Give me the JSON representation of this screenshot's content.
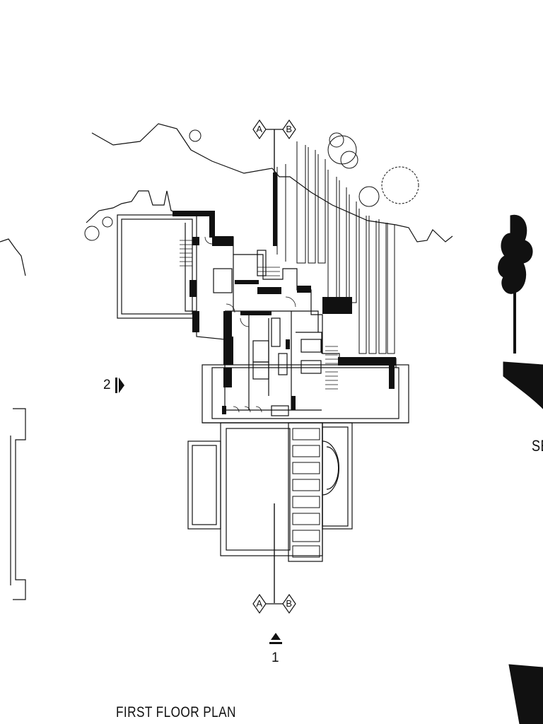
{
  "drawing": {
    "title": "FIRST FLOOR PLAN",
    "section_marks": [
      {
        "a": "A",
        "b": "B"
      },
      {
        "a": "A",
        "b": "B"
      }
    ],
    "view_marker_1": "1",
    "view_marker_2": "2",
    "cut_off_label": "SE"
  },
  "colors": {
    "ink": "#111111",
    "background": "#ffffff"
  }
}
